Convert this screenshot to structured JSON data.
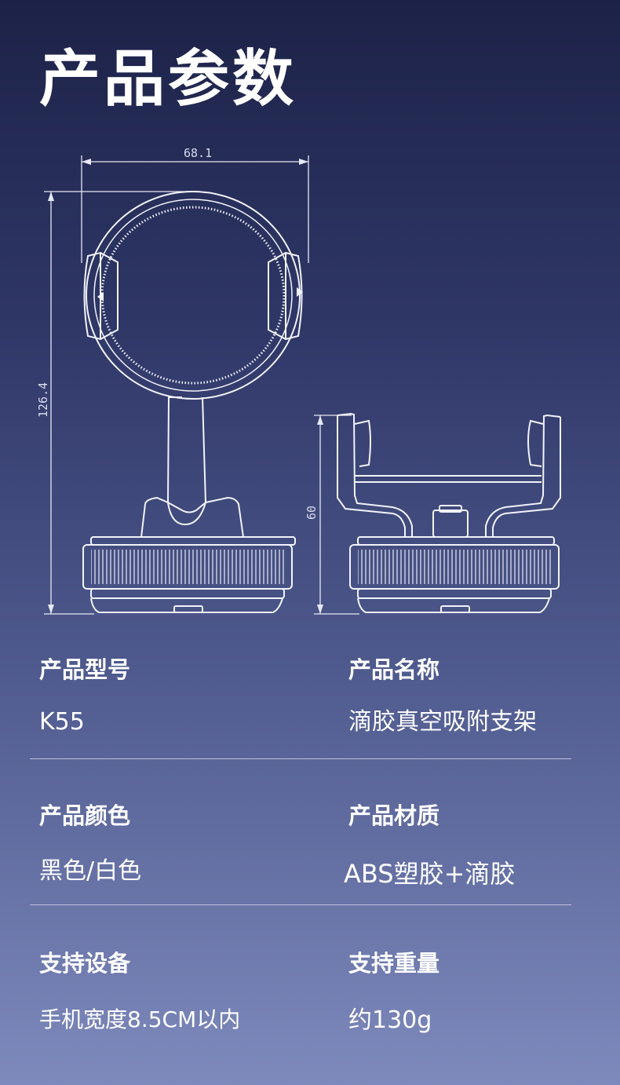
{
  "page": {
    "title": "产品参数",
    "background_top": "#1c2247",
    "background_bottom": "#7e89bc"
  },
  "diagram": {
    "width_label": "68.1",
    "height_label": "126.4",
    "side_height_label": "60"
  },
  "specs": [
    {
      "label": "产品型号",
      "value": "K55"
    },
    {
      "label": "产品名称",
      "value": "滴胶真空吸附支架"
    },
    {
      "label": "产品颜色",
      "value": "黑色/白色"
    },
    {
      "label": "产品材质",
      "value": "ABS塑胶+滴胶"
    },
    {
      "label": "支持设备",
      "value": "手机宽度8.5CM以内"
    },
    {
      "label": "支持重量",
      "value": "约130g"
    }
  ]
}
